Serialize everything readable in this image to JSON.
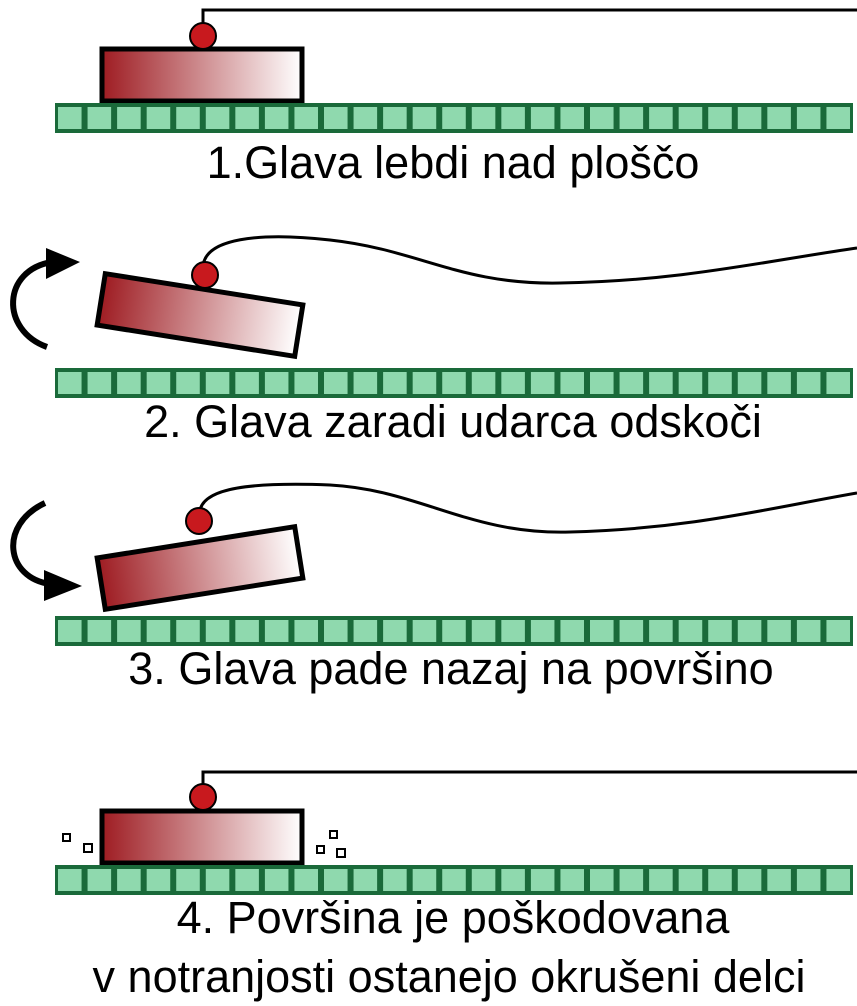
{
  "captions": {
    "step1": "1.Glava lebdi nad ploščo",
    "step2": "2. Glava zaradi udarca odskoči",
    "step3": "3. Glava pade nazaj na površino",
    "step4_line1": "4. Površina je poškodovana",
    "step4_line2": "v notranjosti ostanejo okrušeni delci"
  },
  "colors": {
    "platter_tile": "#8fd9ae",
    "platter_border": "#1a6a3a",
    "head_dark": "#9e1c22",
    "head_light": "#ffffff",
    "pivot": "#c8191e",
    "wire": "#000000",
    "arrow": "#000000"
  },
  "icons": {
    "rotation_counterclockwise": "curved-arrow-up-icon",
    "rotation_clockwise": "curved-arrow-down-icon",
    "debris": "debris-particles-icon"
  }
}
